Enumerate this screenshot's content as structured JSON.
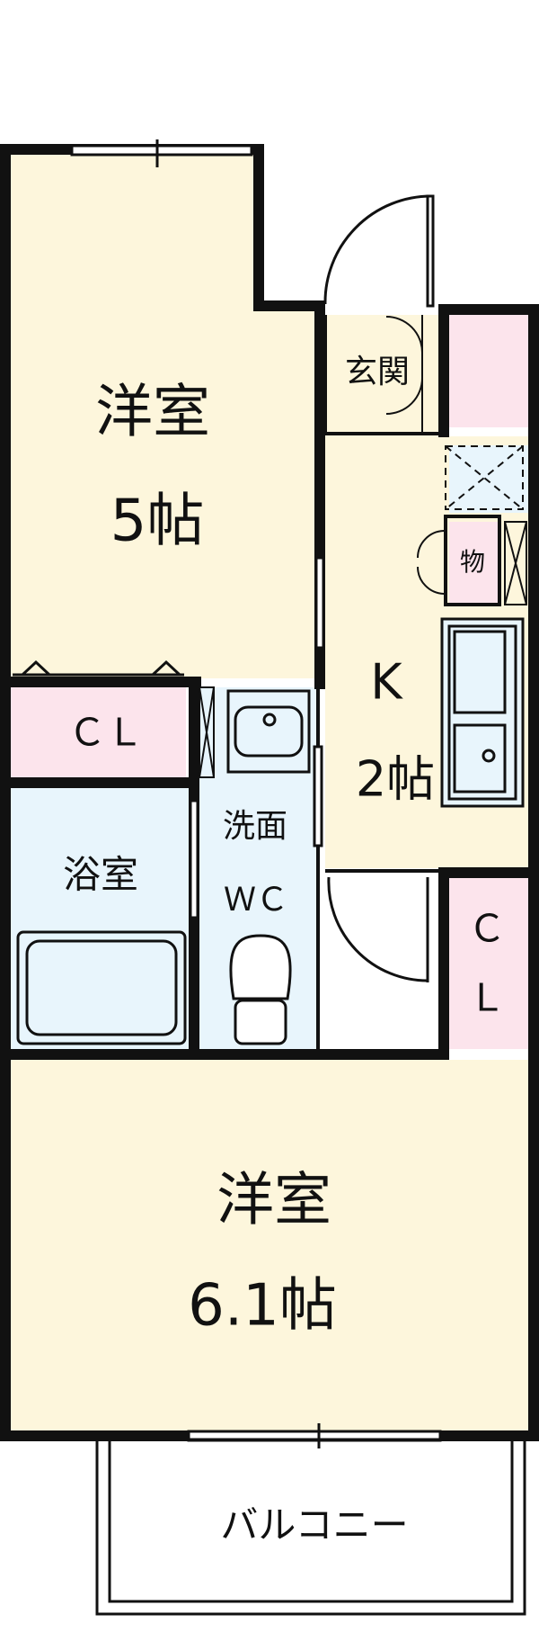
{
  "colors": {
    "wall": "#111111",
    "room_western": "#fdf6dc",
    "room_wet": "#e8f5fc",
    "closet": "#fce4ec",
    "balcony": "#ffffff"
  },
  "rooms": {
    "western1": {
      "name": "洋室",
      "size": "5帖"
    },
    "kitchen": {
      "name": "K",
      "size": "2帖"
    },
    "western2": {
      "name": "洋室",
      "size": "6.1帖"
    },
    "entrance": {
      "name": "玄関"
    },
    "storage": {
      "name": "物"
    },
    "closet_left": {
      "name": "ＣＬ"
    },
    "closet_right": {
      "line1": "Ｃ",
      "line2": "Ｌ"
    },
    "bath": {
      "name": "浴室"
    },
    "washroom": {
      "name": "洗面"
    },
    "toilet": {
      "name": "ＷＣ"
    },
    "balcony": {
      "name": "バルコニー"
    }
  }
}
